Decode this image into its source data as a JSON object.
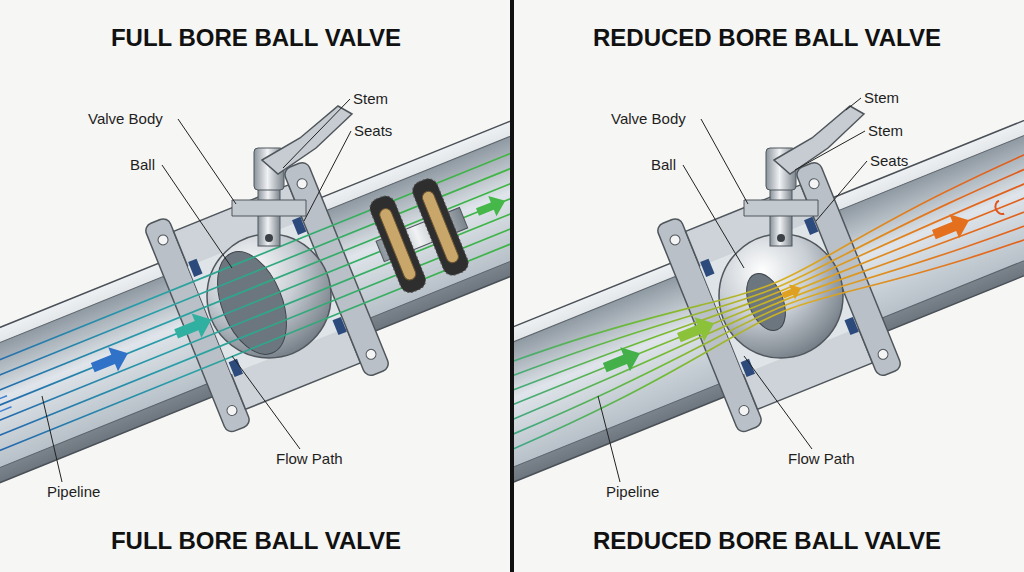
{
  "diagram": {
    "labels": [
      "FULL BORE BALL VALVE",
      "Valve Body",
      "Stem",
      "Seats",
      "Ball",
      "Flow Path",
      "Pipeline",
      "FULL BORE BALL VALVE",
      "REDUCED BORE BALL VALVE",
      "Stem",
      "Valve Body",
      "Stem",
      "Seats",
      "Ball",
      "Flow Path",
      "Pipeline",
      "REDUCED BORE BALL VALVE"
    ]
  }
}
